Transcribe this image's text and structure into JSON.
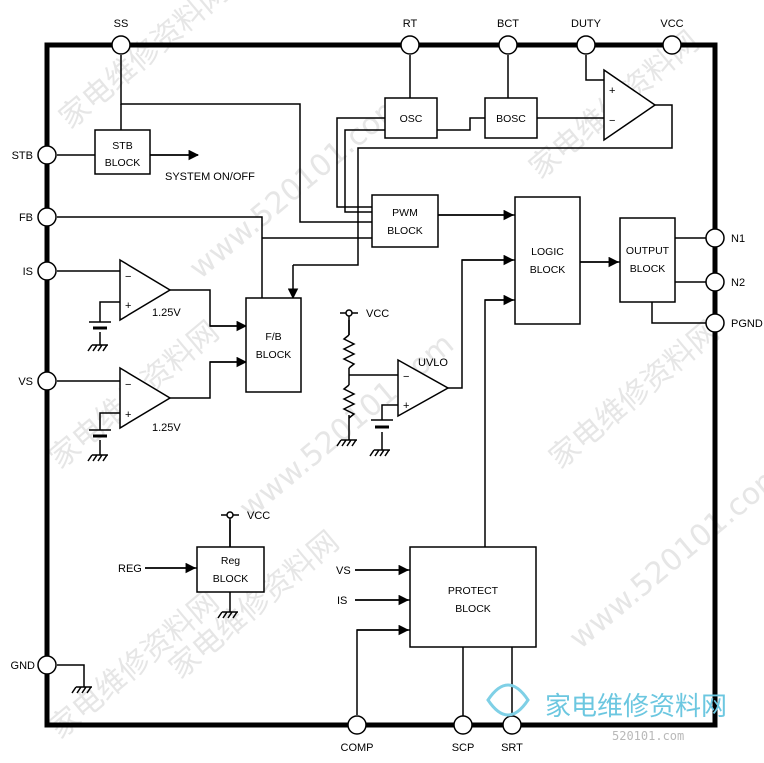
{
  "pins": {
    "ss": "SS",
    "rt": "RT",
    "bct": "BCT",
    "duty": "DUTY",
    "vcc": "VCC",
    "stb": "STB",
    "fb": "FB",
    "is": "IS",
    "vs": "VS",
    "gnd": "GND",
    "n1": "N1",
    "n2": "N2",
    "pgnd": "PGND",
    "comp": "COMP",
    "scp": "SCP",
    "srt": "SRT"
  },
  "blocks": {
    "stb": [
      "STB",
      "BLOCK"
    ],
    "osc": "OSC",
    "bosc": "BOSC",
    "pwm": [
      "PWM",
      "BLOCK"
    ],
    "logic": [
      "LOGIC",
      "BLOCK"
    ],
    "output": [
      "OUTPUT",
      "BLOCK"
    ],
    "fb": [
      "F/B",
      "BLOCK"
    ],
    "reg": [
      "Reg",
      "BLOCK"
    ],
    "protect": [
      "PROTECT",
      "BLOCK"
    ]
  },
  "labels": {
    "system_onoff": "SYSTEM ON/OFF",
    "ref_is": "1.25V",
    "ref_vs": "1.25V",
    "uvlo": "UVLO",
    "vcc_uvlo": "VCC",
    "vcc_reg": "VCC",
    "reg_in": "REG",
    "protect_vs": "VS",
    "protect_is": "IS",
    "plus": "+",
    "minus": "−"
  },
  "watermarks": {
    "text_cn": "家电维修资料网",
    "text_url": "www.520101.com",
    "logo_url": "520101.com"
  }
}
